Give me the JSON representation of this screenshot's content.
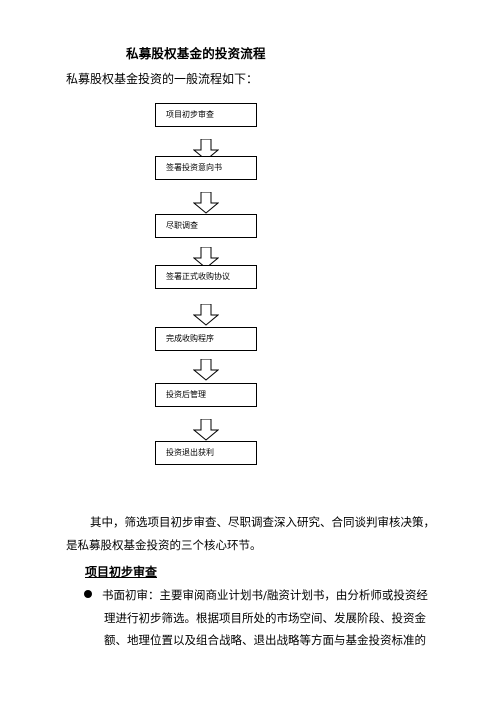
{
  "document": {
    "title": "私募股权基金的投资流程",
    "intro": "私募股权基金投资的一般流程如下：",
    "flow_steps": [
      "项目初步审查",
      "签署投资意向书",
      "尽职调查",
      "签署正式收购协议",
      "完成收购程序",
      "投资后管理",
      "投资退出获利"
    ],
    "paragraph_lines": [
      "其中，筛选项目初步审查、尽职调查深入研究、合同谈判审核决策，",
      "是私募股权基金投资的三个核心环节。"
    ],
    "section_heading": "项目初步审查",
    "bullet_lines": [
      "书面初审：主要审阅商业计划书/融资计划书，由分析师或投资经",
      "理进行初步筛选。根据项目所处的市场空间、发展阶段、投资金",
      "额、地理位置以及组合战略、退出战略等方面与基金投资标准的"
    ]
  }
}
